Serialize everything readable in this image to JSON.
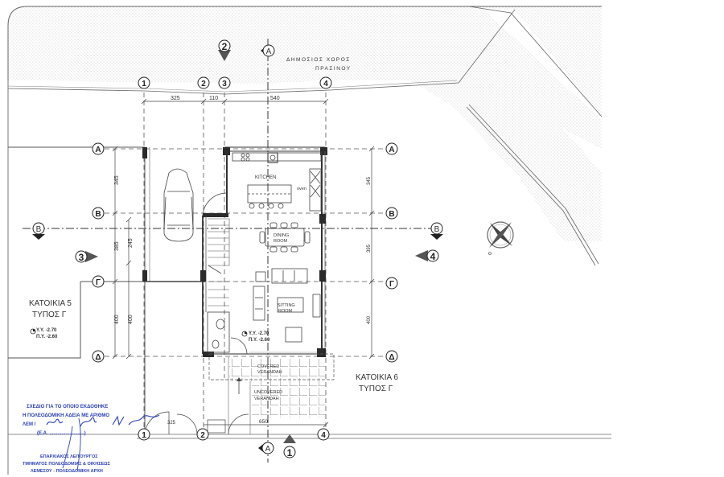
{
  "plan": {
    "public_space_label_line1": "ΔΗΜΟΣΙΟΣ ΧΩΡΟΣ",
    "public_space_label_line2": "ΠΡΑΣΙΝΟΥ",
    "house_left_line1": "ΚΑΤΟΙΚΙΑ 5",
    "house_left_line2": "ΤΥΠΟΣ Γ",
    "house_right_line1": "ΚΑΤΟΙΚΙΑ 6",
    "house_right_line2": "ΤΥΠΟΣ Γ",
    "level_left_yy": "Υ.Υ. -2.70",
    "level_left_py": "Π.Υ. -2.60",
    "level_mid_yy": "Υ.Υ. -2.70",
    "level_mid_py": "Π.Υ. -2.60"
  },
  "grid": {
    "columns": [
      "1",
      "2",
      "3",
      "4"
    ],
    "rows": [
      "Α",
      "Β",
      "Γ",
      "Δ"
    ],
    "col_dims_top": [
      "325",
      "110",
      "540"
    ],
    "col_dim_bottom": "650",
    "col_dim_bottom_left": "325",
    "row_dims_left_outer": [
      "345",
      "385",
      "400"
    ],
    "row_dims_left_inner": [
      "245",
      "400"
    ],
    "row_dims_right": [
      "345",
      "395",
      "400"
    ]
  },
  "sections": {
    "section_a": "A",
    "section_b": "B"
  },
  "views": {
    "view_1": "1",
    "view_2": "2",
    "view_3": "3",
    "view_4": "4"
  },
  "rooms": {
    "kitchen": "KITCHEN",
    "oven": "oven",
    "dining_line1": "DINING",
    "dining_line2": "ROOM",
    "sitting_line1": "SITTING",
    "sitting_line2": "ROOM",
    "covered_line1": "COVERED",
    "covered_line2": "VERANDAH",
    "uncovered_line1": "UNCOVERED",
    "uncovered_line2": "VERANDAH"
  },
  "stamp": {
    "line1": "ΣΧΕΔΙΟ ΓΙΑ ΤΟ ΟΠΟΙΟ ΕΚΔΟΘΗΚΕ",
    "line2": "Η ΠΟΛΕΟΔΟΜΙΚΗ ΑΔΕΙΑ ΜΕ ΑΡΙΘΜΟ",
    "line3": "ΛΕΜ / ",
    "line4": "(Ε.Α. ..........................)",
    "line5": "ΕΠΑΡΧΙΑΚΟΣ ΛΕΙΤΟΥΡΓΟΣ",
    "line6": "ΤΜΗΜΑΤΟΣ ΠΟΛΕΟΔΟΜΙΑΣ & ΟΙΚΗΣΕΩΣ",
    "line7": "ΛΕΜΕΣΟΥ - ΠΟΛΕΟΔΟΜΙΚΗ ΑΡΧΗ"
  },
  "colors": {
    "line": "#444444",
    "wall": "#2b2b2b",
    "hatch": "#bdbdbd",
    "stamp_blue": "#2a3fb8"
  }
}
